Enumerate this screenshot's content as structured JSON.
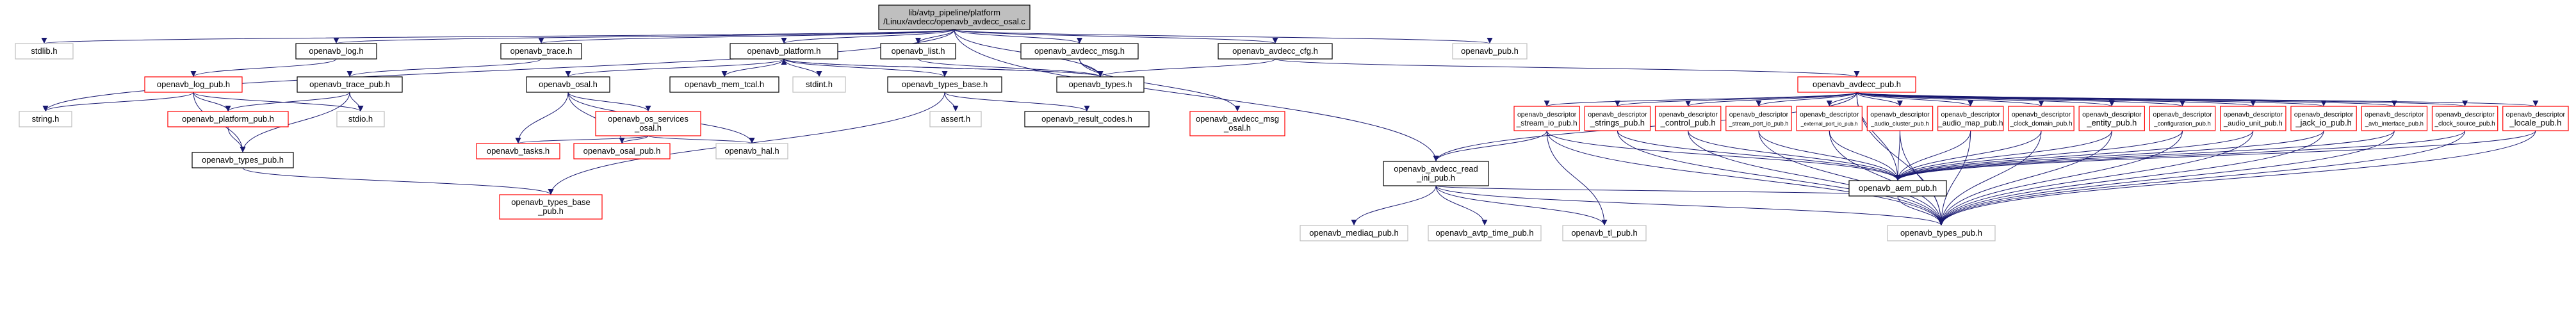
{
  "colors": {
    "root_fill": "#bfbfbf",
    "root_stroke": "#000000",
    "normal_stroke": "#000000",
    "missing_stroke": "#bfbfbf",
    "linked_stroke": "#ff0000",
    "edge": "#191970",
    "text": "#000000",
    "missing_text": "#000000"
  },
  "nodes": [
    {
      "id": "root",
      "lines": [
        "lib/avtp_pipeline/platform",
        "/Linux/avdecc/openavb_avdecc_osal.c"
      ],
      "kind": "root"
    },
    {
      "id": "stdlib",
      "lines": [
        "stdlib.h"
      ],
      "kind": "missing"
    },
    {
      "id": "log",
      "lines": [
        "openavb_log.h"
      ],
      "kind": "normal"
    },
    {
      "id": "trace",
      "lines": [
        "openavb_trace.h"
      ],
      "kind": "normal"
    },
    {
      "id": "platform",
      "lines": [
        "openavb_platform.h"
      ],
      "kind": "normal"
    },
    {
      "id": "list",
      "lines": [
        "openavb_list.h"
      ],
      "kind": "normal"
    },
    {
      "id": "avdecc_msg",
      "lines": [
        "openavb_avdecc_msg.h"
      ],
      "kind": "normal"
    },
    {
      "id": "avdecc_cfg",
      "lines": [
        "openavb_avdecc_cfg.h"
      ],
      "kind": "normal"
    },
    {
      "id": "pub",
      "lines": [
        "openavb_pub.h"
      ],
      "kind": "missing"
    },
    {
      "id": "string",
      "lines": [
        "string.h"
      ],
      "kind": "missing"
    },
    {
      "id": "log_pub",
      "lines": [
        "openavb_log_pub.h"
      ],
      "kind": "linked"
    },
    {
      "id": "trace_pub",
      "lines": [
        "openavb_trace_pub.h"
      ],
      "kind": "normal"
    },
    {
      "id": "osal",
      "lines": [
        "openavb_osal.h"
      ],
      "kind": "normal"
    },
    {
      "id": "mem_tcal",
      "lines": [
        "openavb_mem_tcal.h"
      ],
      "kind": "normal"
    },
    {
      "id": "stdint",
      "lines": [
        "stdint.h"
      ],
      "kind": "missing"
    },
    {
      "id": "types_base",
      "lines": [
        "openavb_types_base.h"
      ],
      "kind": "normal"
    },
    {
      "id": "types",
      "lines": [
        "openavb_types.h"
      ],
      "kind": "normal"
    },
    {
      "id": "avdecc_msg_osal",
      "lines": [
        "openavb_avdecc_msg",
        "_osal.h"
      ],
      "kind": "linked"
    },
    {
      "id": "avdecc_pub",
      "lines": [
        "openavb_avdecc_pub.h"
      ],
      "kind": "linked"
    },
    {
      "id": "platform_pub",
      "lines": [
        "openavb_platform_pub.h"
      ],
      "kind": "linked"
    },
    {
      "id": "stdio",
      "lines": [
        "stdio.h"
      ],
      "kind": "missing"
    },
    {
      "id": "os_services",
      "lines": [
        "openavb_os_services",
        "_osal.h"
      ],
      "kind": "linked"
    },
    {
      "id": "assert",
      "lines": [
        "assert.h"
      ],
      "kind": "missing"
    },
    {
      "id": "result_codes",
      "lines": [
        "openavb_result_codes.h"
      ],
      "kind": "normal"
    },
    {
      "id": "types_pub",
      "lines": [
        "openavb_types_pub.h"
      ],
      "kind": "normal"
    },
    {
      "id": "tasks",
      "lines": [
        "openavb_tasks.h"
      ],
      "kind": "linked"
    },
    {
      "id": "osal_pub",
      "lines": [
        "openavb_osal_pub.h"
      ],
      "kind": "linked"
    },
    {
      "id": "hal",
      "lines": [
        "openavb_hal.h"
      ],
      "kind": "missing"
    },
    {
      "id": "types_base_pub",
      "lines": [
        "openavb_types_base",
        "_pub.h"
      ],
      "kind": "linked"
    },
    {
      "id": "desc_stream_io",
      "lines": [
        "openavb_descriptor",
        "_stream_io_pub.h"
      ],
      "kind": "linked"
    },
    {
      "id": "desc_strings",
      "lines": [
        "openavb_descriptor",
        "_strings_pub.h"
      ],
      "kind": "linked"
    },
    {
      "id": "desc_control",
      "lines": [
        "openavb_descriptor",
        "_control_pub.h"
      ],
      "kind": "linked"
    },
    {
      "id": "desc_stream_port_io",
      "lines": [
        "openavb_descriptor",
        "_stream_port_io_pub.h"
      ],
      "kind": "linked"
    },
    {
      "id": "desc_external_port_io",
      "lines": [
        "openavb_descriptor",
        "_external_port_io_pub.h"
      ],
      "kind": "linked"
    },
    {
      "id": "desc_audio_cluster",
      "lines": [
        "openavb_descriptor",
        "_audio_cluster_pub.h"
      ],
      "kind": "linked"
    },
    {
      "id": "desc_audio_map",
      "lines": [
        "openavb_descriptor",
        "_audio_map_pub.h"
      ],
      "kind": "linked"
    },
    {
      "id": "desc_clock_domain",
      "lines": [
        "openavb_descriptor",
        "_clock_domain_pub.h"
      ],
      "kind": "linked"
    },
    {
      "id": "desc_entity",
      "lines": [
        "openavb_descriptor",
        "_entity_pub.h"
      ],
      "kind": "linked"
    },
    {
      "id": "desc_configuration",
      "lines": [
        "openavb_descriptor",
        "_configuration_pub.h"
      ],
      "kind": "linked"
    },
    {
      "id": "desc_audio_unit",
      "lines": [
        "openavb_descriptor",
        "_audio_unit_pub.h"
      ],
      "kind": "linked"
    },
    {
      "id": "desc_jack_io",
      "lines": [
        "openavb_descriptor",
        "_jack_io_pub.h"
      ],
      "kind": "linked"
    },
    {
      "id": "desc_avb_interface",
      "lines": [
        "openavb_descriptor",
        "_avb_interface_pub.h"
      ],
      "kind": "linked"
    },
    {
      "id": "desc_clock_source",
      "lines": [
        "openavb_descriptor",
        "_clock_source_pub.h"
      ],
      "kind": "linked"
    },
    {
      "id": "desc_locale",
      "lines": [
        "openavb_descriptor",
        "_locale_pub.h"
      ],
      "kind": "linked"
    },
    {
      "id": "avdecc_read_ini",
      "lines": [
        "openavb_avdecc_read",
        "_ini_pub.h"
      ],
      "kind": "normal"
    },
    {
      "id": "aem_pub",
      "lines": [
        "openavb_aem_pub.h"
      ],
      "kind": "normal"
    },
    {
      "id": "mediaq_pub",
      "lines": [
        "openavb_mediaq_pub.h"
      ],
      "kind": "missing"
    },
    {
      "id": "avtp_time_pub",
      "lines": [
        "openavb_avtp_time_pub.h"
      ],
      "kind": "missing"
    },
    {
      "id": "tl_pub",
      "lines": [
        "openavb_tl_pub.h"
      ],
      "kind": "missing"
    },
    {
      "id": "types_pub2",
      "lines": [
        "openavb_types_pub.h"
      ],
      "kind": "missing"
    }
  ],
  "edges": [
    [
      "root",
      "stdlib"
    ],
    [
      "root",
      "log"
    ],
    [
      "root",
      "trace"
    ],
    [
      "root",
      "platform"
    ],
    [
      "root",
      "list"
    ],
    [
      "root",
      "avdecc_msg"
    ],
    [
      "root",
      "avdecc_cfg"
    ],
    [
      "root",
      "pub"
    ],
    [
      "root",
      "string"
    ],
    [
      "root",
      "types"
    ],
    [
      "root",
      "avdecc_read_ini"
    ],
    [
      "log",
      "log_pub"
    ],
    [
      "trace",
      "trace_pub"
    ],
    [
      "log_pub",
      "string"
    ],
    [
      "log_pub",
      "platform_pub"
    ],
    [
      "log_pub",
      "stdio"
    ],
    [
      "log_pub",
      "types_pub"
    ],
    [
      "trace_pub",
      "platform_pub"
    ],
    [
      "trace_pub",
      "stdio"
    ],
    [
      "trace_pub",
      "types_pub"
    ],
    [
      "platform",
      "osal"
    ],
    [
      "platform",
      "mem_tcal"
    ],
    [
      "platform",
      "stdint"
    ],
    [
      "platform",
      "types_base"
    ],
    [
      "platform",
      "types"
    ],
    [
      "list",
      "types"
    ],
    [
      "avdecc_msg",
      "types"
    ],
    [
      "avdecc_msg",
      "avdecc_msg_osal"
    ],
    [
      "avdecc_cfg",
      "types"
    ],
    [
      "avdecc_cfg",
      "avdecc_pub"
    ],
    [
      "types",
      "platform"
    ],
    [
      "platform_pub",
      "types_pub"
    ],
    [
      "types_pub",
      "types_base_pub"
    ],
    [
      "osal",
      "os_services"
    ],
    [
      "osal",
      "tasks"
    ],
    [
      "osal",
      "osal_pub"
    ],
    [
      "osal",
      "hal"
    ],
    [
      "os_services",
      "tasks"
    ],
    [
      "os_services",
      "osal_pub"
    ],
    [
      "os_services",
      "hal"
    ],
    [
      "types_base",
      "assert"
    ],
    [
      "types_base",
      "result_codes"
    ],
    [
      "types_base",
      "types_base_pub"
    ],
    [
      "avdecc_pub",
      "desc_stream_io"
    ],
    [
      "avdecc_pub",
      "desc_strings"
    ],
    [
      "avdecc_pub",
      "desc_control"
    ],
    [
      "avdecc_pub",
      "desc_stream_port_io"
    ],
    [
      "avdecc_pub",
      "desc_external_port_io"
    ],
    [
      "avdecc_pub",
      "desc_audio_cluster"
    ],
    [
      "avdecc_pub",
      "desc_audio_map"
    ],
    [
      "avdecc_pub",
      "desc_clock_domain"
    ],
    [
      "avdecc_pub",
      "desc_entity"
    ],
    [
      "avdecc_pub",
      "desc_configuration"
    ],
    [
      "avdecc_pub",
      "desc_audio_unit"
    ],
    [
      "avdecc_pub",
      "desc_jack_io"
    ],
    [
      "avdecc_pub",
      "desc_avb_interface"
    ],
    [
      "avdecc_pub",
      "desc_clock_source"
    ],
    [
      "avdecc_pub",
      "desc_locale"
    ],
    [
      "avdecc_pub",
      "avdecc_read_ini"
    ],
    [
      "avdecc_pub",
      "aem_pub"
    ],
    [
      "avdecc_pub",
      "types_pub2"
    ],
    [
      "desc_stream_io",
      "aem_pub"
    ],
    [
      "desc_stream_io",
      "types_pub2"
    ],
    [
      "desc_stream_io",
      "tl_pub"
    ],
    [
      "desc_stream_io",
      "avdecc_read_ini"
    ],
    [
      "desc_strings",
      "aem_pub"
    ],
    [
      "desc_strings",
      "types_pub2"
    ],
    [
      "desc_control",
      "aem_pub"
    ],
    [
      "desc_control",
      "types_pub2"
    ],
    [
      "desc_stream_port_io",
      "aem_pub"
    ],
    [
      "desc_stream_port_io",
      "types_pub2"
    ],
    [
      "desc_external_port_io",
      "aem_pub"
    ],
    [
      "desc_external_port_io",
      "types_pub2"
    ],
    [
      "desc_audio_cluster",
      "aem_pub"
    ],
    [
      "desc_audio_cluster",
      "types_pub2"
    ],
    [
      "desc_audio_map",
      "aem_pub"
    ],
    [
      "desc_audio_map",
      "types_pub2"
    ],
    [
      "desc_clock_domain",
      "aem_pub"
    ],
    [
      "desc_clock_domain",
      "types_pub2"
    ],
    [
      "desc_entity",
      "aem_pub"
    ],
    [
      "desc_entity",
      "types_pub2"
    ],
    [
      "desc_configuration",
      "aem_pub"
    ],
    [
      "desc_configuration",
      "types_pub2"
    ],
    [
      "desc_audio_unit",
      "aem_pub"
    ],
    [
      "desc_audio_unit",
      "types_pub2"
    ],
    [
      "desc_jack_io",
      "aem_pub"
    ],
    [
      "desc_jack_io",
      "types_pub2"
    ],
    [
      "desc_avb_interface",
      "aem_pub"
    ],
    [
      "desc_avb_interface",
      "types_pub2"
    ],
    [
      "desc_clock_source",
      "aem_pub"
    ],
    [
      "desc_clock_source",
      "types_pub2"
    ],
    [
      "desc_locale",
      "aem_pub"
    ],
    [
      "desc_locale",
      "types_pub2"
    ],
    [
      "avdecc_read_ini",
      "mediaq_pub"
    ],
    [
      "avdecc_read_ini",
      "avtp_time_pub"
    ],
    [
      "avdecc_read_ini",
      "tl_pub"
    ],
    [
      "avdecc_read_ini",
      "types_pub2"
    ],
    [
      "avdecc_read_ini",
      "aem_pub"
    ],
    [
      "aem_pub",
      "types_pub2"
    ]
  ]
}
